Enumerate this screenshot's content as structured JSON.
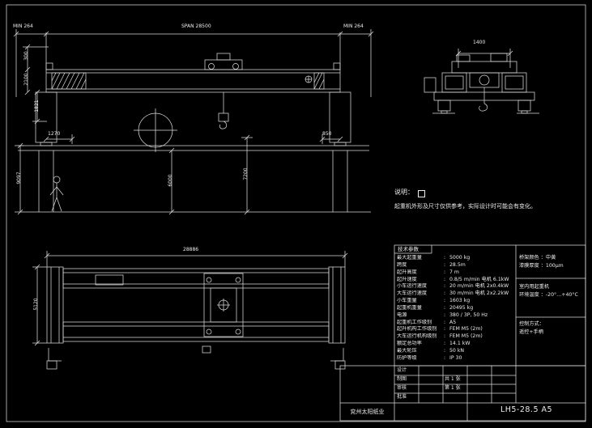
{
  "sheet": {
    "background": "#000000",
    "line_color": "#d9d9d9",
    "text_color": "#ececec"
  },
  "front_view": {
    "labels": {
      "min_left": "MIN 264",
      "span": "SPAN 28500",
      "min_right": "MIN 264",
      "dim_300": "300",
      "dim_2100": "2100",
      "dim_1821": "1821",
      "dim_9097": "9097",
      "dim_1270": "1270",
      "dim_850": "850",
      "dim_6000": "6000",
      "dim_7200": "7200"
    }
  },
  "plan_view": {
    "labels": {
      "overall_length": "28886",
      "overall_width": "5120"
    }
  },
  "end_view": {
    "labels": {
      "trolley_gauge": "1400"
    }
  },
  "notes": {
    "heading": "说明：",
    "body": "起重机外形及尺寸仅供参考，实际设计时可能会有变化。"
  },
  "spec_table": {
    "title": "技术参数",
    "colon": ":",
    "rows": [
      {
        "label": "最大起重量",
        "value": "5000 kg"
      },
      {
        "label": "跨度",
        "value": "28.5m"
      },
      {
        "label": "起升高度",
        "value": "7 m"
      },
      {
        "label": "起升速度",
        "value": "0.8/5 m/min 电机 6.1kW"
      },
      {
        "label": "小车运行速度",
        "value": "20 m/min 电机 2x0.4kW"
      },
      {
        "label": "大车运行速度",
        "value": "30 m/min 电机 2x2.2kW"
      },
      {
        "label": "小车重量",
        "value": "1603 kg"
      },
      {
        "label": "起重机重量",
        "value": "20495 kg"
      },
      {
        "label": "电源",
        "value": "380 / 3P, 50 Hz"
      },
      {
        "label": "起重机工作级别",
        "value": "A5"
      },
      {
        "label": "起升机构工作级别",
        "value": "FEM M5 (2m)"
      },
      {
        "label": "大车运行机构级别",
        "value": "FEM M5 (2m)"
      },
      {
        "label": "额定总功率",
        "value": "14.1 kW"
      },
      {
        "label": "最大轮压",
        "value": "50 kN"
      },
      {
        "label": "防护等级",
        "value": "IP 30"
      }
    ],
    "paint_spec": [
      "桥架颜色 ：中黄",
      "漆膜厚度 ：100μm"
    ],
    "environment_spec": [
      "室内用起重机",
      "环境温度 ：-20°…+40°C"
    ],
    "control_spec": [
      "控制方式：",
      "遥控+手柄"
    ]
  },
  "title_block": {
    "company": "兖州太阳纸业",
    "drawing_no": "LH5-28.5 A5",
    "design_label": "设计",
    "draft_label": "制图",
    "check_label": "审核",
    "approve_label": "批准",
    "total_sheets": "共 1 张",
    "sheet_no": "第 1 张"
  }
}
